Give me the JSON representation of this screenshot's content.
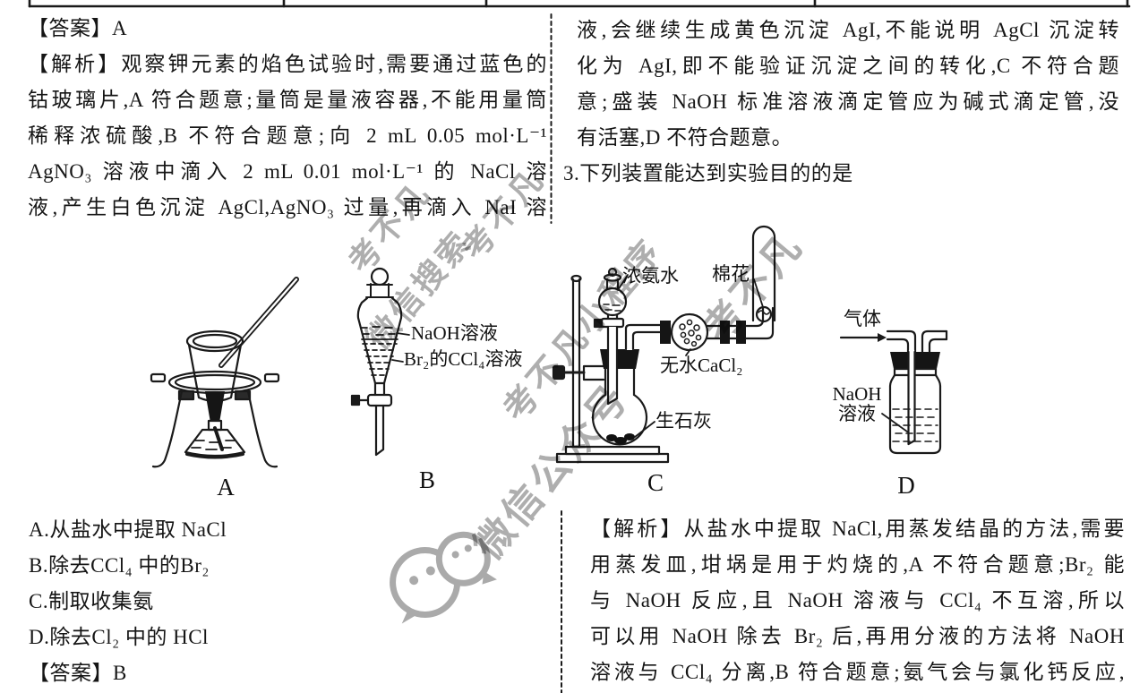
{
  "leftTop": [
    "【答案】A",
    "【解析】观察钾元素的焰色试验时,需要通过蓝色的",
    "钴玻璃片,A 符合题意;量筒是量液容器,不能用量筒",
    "稀释浓硫酸,B 不符合题意;向 2 mL 0.05 mol·L⁻¹",
    "AgNO₃ 溶液中滴入 2 mL 0.01 mol·L⁻¹ 的 NaCl 溶",
    "液,产生白色沉淀 AgCl,AgNO₃ 过量,再滴入 NaI 溶"
  ],
  "rightTop": [
    "液,会继续生成黄色沉淀 AgI,不能说明 AgCl 沉淀转",
    "化为 AgI,即不能验证沉淀之间的转化,C 不符合题",
    "意;盛装 NaOH 标准溶液滴定管应为碱式滴定管,没",
    "有活塞,D 不符合题意。"
  ],
  "question3": "3.下列装置能达到实验目的的是",
  "options": [
    "A.从盐水中提取 NaCl",
    "B.除去CCl₄ 中的Br₂",
    "C.制取收集氨",
    "D.除去Cl₂ 中的 HCl"
  ],
  "answer3": "【答案】B",
  "rightBottom": [
    "【解析】从盐水中提取 NaCl,用蒸发结晶的方法,需要",
    "用蒸发皿,坩埚是用于灼烧的,A 不符合题意;Br₂ 能",
    "与 NaOH 反应,且 NaOH 溶液与 CCl₄ 不互溶,所以",
    "可以用 NaOH 除去 Br₂ 后,再用分液的方法将 NaOH",
    "溶液与 CCl₄ 分离,B 符合题意;氨气会与氯化钙反应,"
  ],
  "figureLabels": {
    "b1": "NaOH溶液",
    "b2": "Br₂的CCl₄溶液",
    "c1": "浓氨水",
    "c2": "棉花",
    "c3": "无水CaCl₂",
    "c4": "生石灰",
    "d1": "气体",
    "d2": "NaOH",
    "d3": "溶液",
    "letterA": "A",
    "letterB": "B",
    "letterC": "C",
    "letterD": "D"
  },
  "watermarks": {
    "w1": "考不凡",
    "w2": "考不凡",
    "w3": "微信搜索",
    "w4": "考不凡小程序",
    "w5": "微信公众号",
    "w6": "考不凡"
  }
}
